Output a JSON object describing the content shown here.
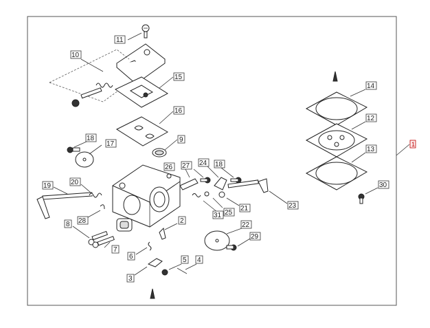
{
  "labels": {
    "p1": "1",
    "p2": "2",
    "p3": "3",
    "p4": "4",
    "p5": "5",
    "p6": "6",
    "p7": "7",
    "p8": "8",
    "p9": "9",
    "p10": "10",
    "p11": "11",
    "p12": "12",
    "p13": "13",
    "p14": "14",
    "p15": "15",
    "p16": "16",
    "p17": "17",
    "p18a": "18",
    "p18b": "18",
    "p19": "19",
    "p20": "20",
    "p21": "21",
    "p22": "22",
    "p23": "23",
    "p24": "24",
    "p25": "25",
    "p26": "26",
    "p27": "27",
    "p28": "28",
    "p29": "29",
    "p30": "30",
    "p31": "31"
  },
  "colors": {
    "callout_accent": "#c00000",
    "line": "#222222"
  }
}
